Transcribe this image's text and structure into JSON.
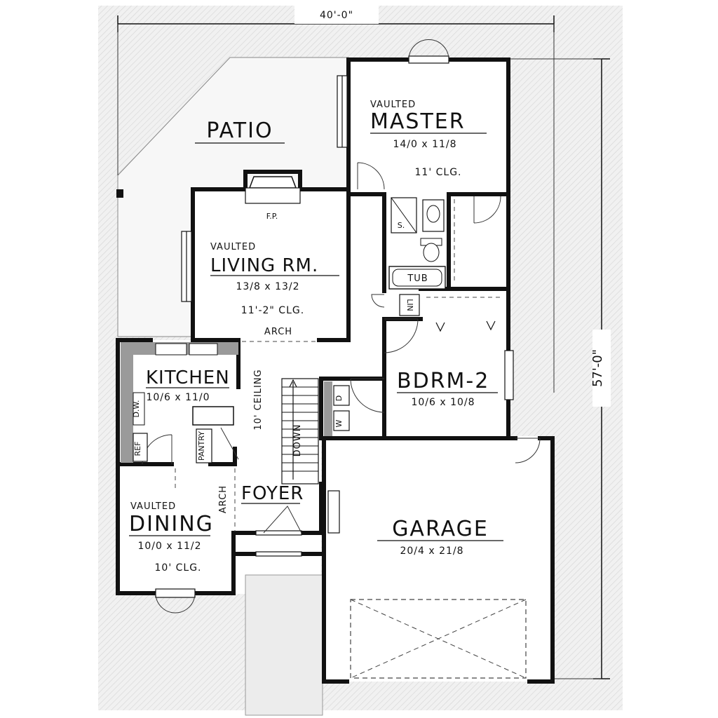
{
  "overall": {
    "width": "40'-0\"",
    "depth": "57'-0\""
  },
  "rooms": {
    "patio": {
      "name": "PATIO"
    },
    "master": {
      "note": "VAULTED",
      "name": "MASTER",
      "size": "14/0 x 11/8",
      "ceiling": "11' CLG."
    },
    "living": {
      "note": "VAULTED",
      "name": "LIVING RM.",
      "size": "13/8 x 13/2",
      "ceiling": "11'-2\" CLG.",
      "fireplace": "F.P.",
      "arch": "ARCH"
    },
    "kitchen": {
      "name": "KITCHEN",
      "size": "10/6 x 11/0",
      "ceiling": "10' CEILING"
    },
    "bedroom2": {
      "name": "BDRM-2",
      "size": "10/6 x 10/8"
    },
    "dining": {
      "note": "VAULTED",
      "name": "DINING",
      "size": "10/0 x 11/2",
      "ceiling": "10' CLG.",
      "arch": "ARCH"
    },
    "foyer": {
      "name": "FOYER"
    },
    "garage": {
      "name": "GARAGE",
      "size": "20/4 x 21/8"
    }
  },
  "fixtures": {
    "tub": "TUB",
    "linen": "LIN",
    "shower": "S.",
    "stair": "DOWN",
    "refrigerator": "REF",
    "pantry": "PANTRY",
    "dishwasher": "D.W.",
    "dryer": "D",
    "washer": "W"
  }
}
